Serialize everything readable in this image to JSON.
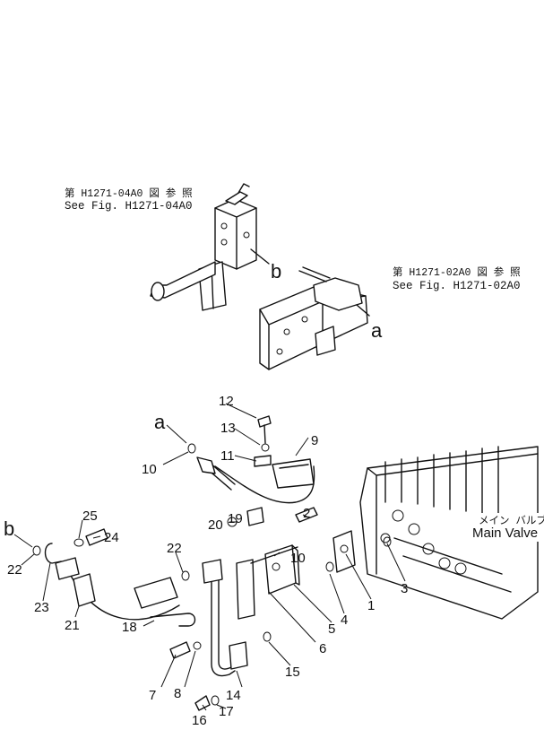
{
  "references": {
    "top_jp": "第 H1271-04A0 図 参 照",
    "top_en": "See Fig. H1271-04A0",
    "right_jp": "第 H1271-02A0 図 参 照",
    "right_en": "See Fig. H1271-02A0"
  },
  "connection_markers": {
    "a": "a",
    "b": "b"
  },
  "main_valve": {
    "jp": "メイン バルブ",
    "en": "Main Valve"
  },
  "parts": [
    "1",
    "2",
    "3",
    "4",
    "5",
    "6",
    "7",
    "8",
    "9",
    "10",
    "11",
    "12",
    "13",
    "14",
    "15",
    "16",
    "17",
    "18",
    "19",
    "20",
    "21",
    "22",
    "23",
    "24",
    "25"
  ],
  "labels": {
    "p1": "1",
    "p2": "2",
    "p3": "3",
    "p4": "4",
    "p5": "5",
    "p6": "6",
    "p7": "7",
    "p8": "8",
    "p9": "9",
    "p10a": "10",
    "p10b": "10",
    "p11": "11",
    "p12": "12",
    "p13": "13",
    "p14": "14",
    "p15": "15",
    "p16": "16",
    "p17": "17",
    "p18": "18",
    "p19": "19",
    "p20": "20",
    "p21": "21",
    "p22a": "22",
    "p22b": "22",
    "p23": "23",
    "p24": "24",
    "p25": "25"
  }
}
